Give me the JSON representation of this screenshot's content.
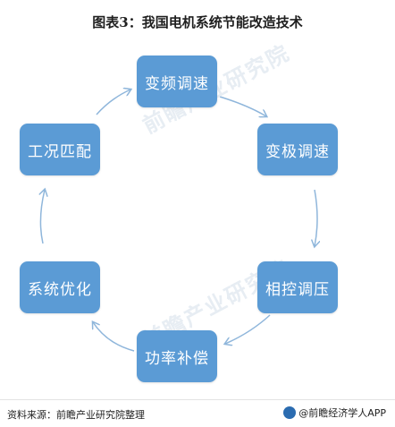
{
  "title": "图表3：我国电机系统节能改造技术",
  "nodes": [
    "变频调速",
    "变极调速",
    "相控调压",
    "功率补偿",
    "系统优化",
    "工况匹配"
  ],
  "watermark": "前瞻产业研究院",
  "footer": {
    "source": "资料来源：前瞻产业研究院整理",
    "brand": "@前瞻经济学人APP"
  },
  "colors": {
    "node_fill": "#5b9bd5",
    "arrow": "#8fb6db"
  }
}
